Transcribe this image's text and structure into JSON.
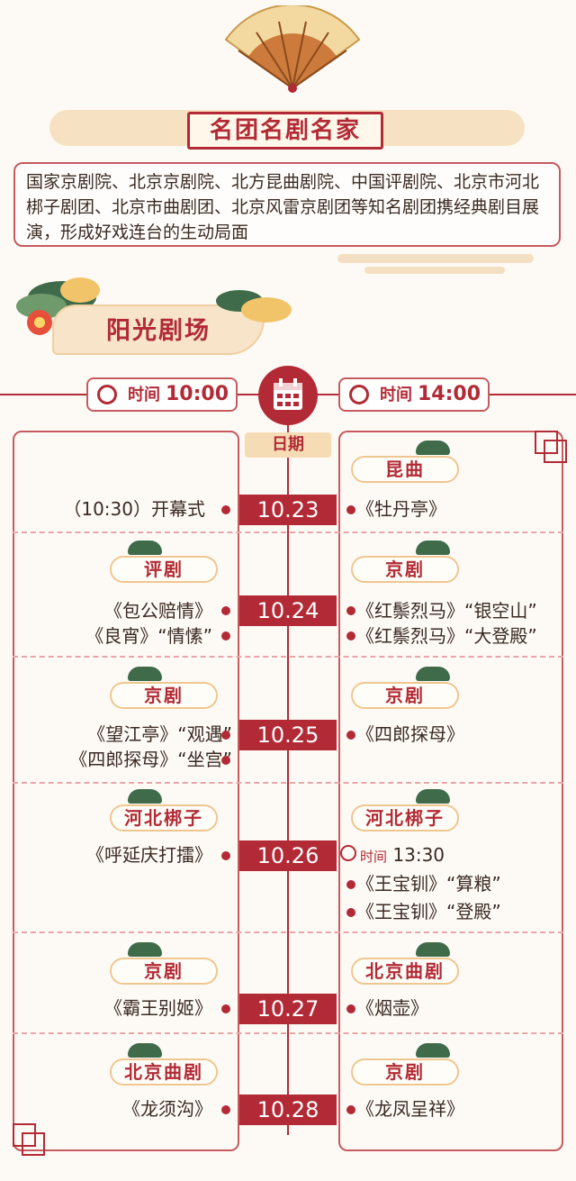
{
  "header": {
    "title": "名团名剧名家",
    "intro": "国家京剧院、北京京剧院、北方昆曲剧院、中国评剧院、北京市河北梆子剧团、北京市曲剧团、北京风雷京剧团等知名剧团携经典剧目展演，形成好戏连台的生动局面"
  },
  "venue": "阳光剧场",
  "schedule_header": {
    "morning_label": "时间",
    "morning_time": "10:00",
    "afternoon_label": "时间",
    "afternoon_time": "14:00",
    "date_label": "日期"
  },
  "rows": [
    {
      "date": "10.23",
      "left_genre": "",
      "left_items": [
        "（10:30）开幕式"
      ],
      "right_genre": "昆曲",
      "right_items": [
        "《牡丹亭》"
      ]
    },
    {
      "date": "10.24",
      "left_genre": "评剧",
      "left_items": [
        "《包公赔情》",
        "《良宵》“情愫”"
      ],
      "right_genre": "京剧",
      "right_items": [
        "《红鬃烈马》“银空山”",
        "《红鬃烈马》“大登殿”"
      ]
    },
    {
      "date": "10.25",
      "left_genre": "京剧",
      "left_items": [
        "《望江亭》“观遇”",
        "《四郎探母》“坐宫”"
      ],
      "right_genre": "京剧",
      "right_items": [
        "《四郎探母》"
      ]
    },
    {
      "date": "10.26",
      "left_genre": "河北梆子",
      "left_items": [
        "《呼延庆打擂》"
      ],
      "right_genre": "河北梆子",
      "right_time_label": "时间",
      "right_time": "13:30",
      "right_items": [
        "《王宝钏》“算粮”",
        "《王宝钏》“登殿”"
      ]
    },
    {
      "date": "10.27",
      "left_genre": "京剧",
      "left_items": [
        "《霸王别姬》"
      ],
      "right_genre": "北京曲剧",
      "right_items": [
        "《烟壶》"
      ]
    },
    {
      "date": "10.28",
      "left_genre": "北京曲剧",
      "left_items": [
        "《龙须沟》"
      ],
      "right_genre": "京剧",
      "right_items": [
        "《龙凤呈祥》"
      ]
    }
  ],
  "colors": {
    "accent": "#b22a35",
    "gold": "#f6dcb4",
    "background": "#fdfaf6"
  }
}
